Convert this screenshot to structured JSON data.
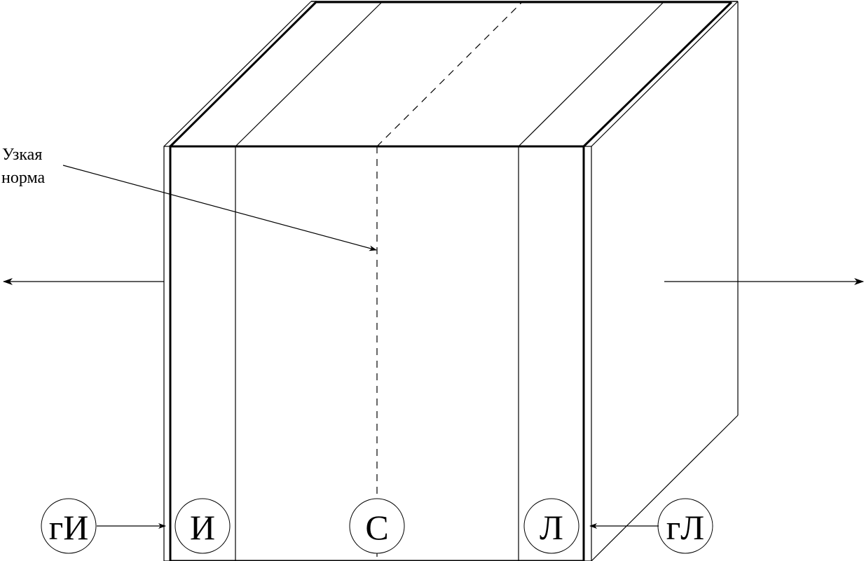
{
  "annotation": {
    "line1": "Узкая",
    "line2": "норма"
  },
  "labels": {
    "gi": "гИ",
    "i": "И",
    "s": "С",
    "l": "Л",
    "gl": "гЛ"
  },
  "colors": {
    "stroke": "#000000",
    "background": "#ffffff"
  }
}
